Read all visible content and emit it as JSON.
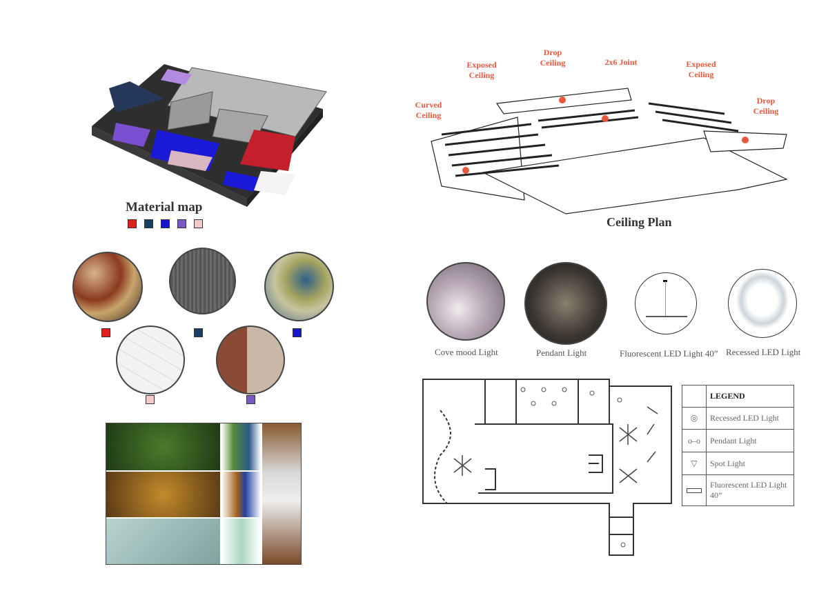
{
  "material_map": {
    "title": "Material map",
    "swatches": [
      "#e0201c",
      "#163f63",
      "#1515d6",
      "#7a5cc0",
      "#f4c9c7"
    ]
  },
  "materials": [
    {
      "name": "mosaic-tile",
      "swatch": "#e0201c"
    },
    {
      "name": "grey-carpet",
      "swatch": "#163f63"
    },
    {
      "name": "glass-mosaic",
      "swatch": "#1515d6"
    },
    {
      "name": "white-wood-floor",
      "swatch": "#f4c9c7"
    },
    {
      "name": "brick-wall",
      "swatch": "#7a5cc0"
    }
  ],
  "ceiling_plan": {
    "title": "Ceiling Plan",
    "annotations": [
      "Curved Ceiling",
      "Exposed Ceiling",
      "Drop Ceiling",
      "2x6 Joint",
      "Exposed Ceiling",
      "Drop Ceiling"
    ],
    "accent": "#e8583f"
  },
  "lights": [
    {
      "label": "Cove mood Light"
    },
    {
      "label": "Pendant Light"
    },
    {
      "label": "Fluorescent LED Light 40”"
    },
    {
      "label": "Recessed LED Light"
    }
  ],
  "legend": {
    "title": "LEGEND",
    "items": [
      {
        "icon": "recessed-icon",
        "label": "Recessed LED Light"
      },
      {
        "icon": "pendant-icon",
        "label": "Pendant Light"
      },
      {
        "icon": "spot-icon",
        "label": "Spot Light"
      },
      {
        "icon": "fluorescent-icon",
        "label": "Fluorescent LED Light 40”"
      }
    ]
  }
}
